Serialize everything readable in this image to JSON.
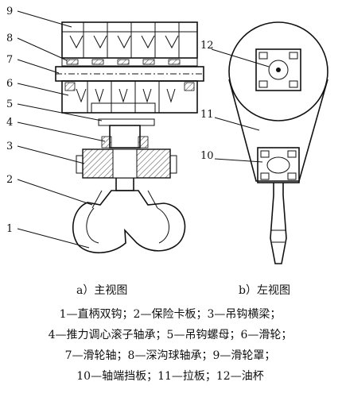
{
  "figure": {
    "callouts": {
      "n1": "1",
      "n2": "2",
      "n3": "3",
      "n4": "4",
      "n5": "5",
      "n6": "6",
      "n7": "7",
      "n8": "8",
      "n9": "9",
      "n10": "10",
      "n11": "11",
      "n12": "12"
    },
    "captions": {
      "front": "a）主视图",
      "left": "b）左视图"
    },
    "legend": {
      "line1": "1—直柄双钩；2—保险卡板；3—吊钩横梁；",
      "line2": "4—推力调心滚子轴承；5—吊钩螺母；6—滑轮；",
      "line3": "7—滑轮轴；8—深沟球轴承；9—滑轮罩；",
      "line4": "10—轴端挡板；11—拉板；12—油杯"
    }
  }
}
